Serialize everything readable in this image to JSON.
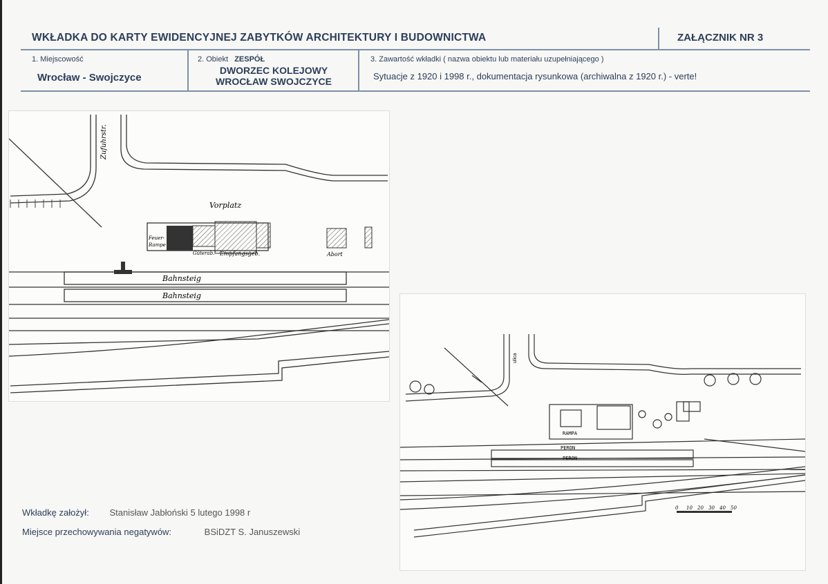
{
  "header": {
    "title": "WKŁADKA DO KARTY EWIDENCYJNEJ ZABYTKÓW ARCHITEKTURY I BUDOWNICTWA",
    "attachment": "ZAŁĄCZNIK NR 3"
  },
  "fields": {
    "locality_label": "1. Miejscowość",
    "locality_value": "Wrocław - Swojczyce",
    "object_label": "2. Obiekt",
    "object_type": "ZESPÓŁ",
    "object_line1": "DWORZEC KOLEJOWY",
    "object_line2": "WROCŁAW SWOJCZYCE",
    "content_label": "3. Zawartość wkładki ( nazwa obiektu lub materiału uzupełniającego )",
    "content_value": "Sytuacje z 1920 i 1998 r., dokumentacja rysunkowa (archiwalna z 1920 r.) - verte!"
  },
  "map1920": {
    "street": "Zufuhrstr.",
    "vorplatz": "Vorplatz",
    "feuer": "Feuer-",
    "rampe": "Rampe",
    "gutereb": "Güterab.",
    "empfang": "Empfangsgeb.",
    "abort": "Abort",
    "bahnsteig1": "Bahnsteig",
    "bahnsteig2": "Bahnsteig"
  },
  "map1998": {
    "street": "ulica",
    "rampa": "RAMPA",
    "peron1": "PERON",
    "peron2": "PERON",
    "scale_ticks": [
      "0",
      "10",
      "20",
      "30",
      "40",
      "50"
    ]
  },
  "footer": {
    "founder_label": "Wkładkę założył:",
    "founder_value": "Stanisław Jabłoński  5 lutego 1998 r",
    "negatives_label": "Miejsce przechowywania negatywów:",
    "negatives_value": "BSiDZT S. Januszewski"
  }
}
